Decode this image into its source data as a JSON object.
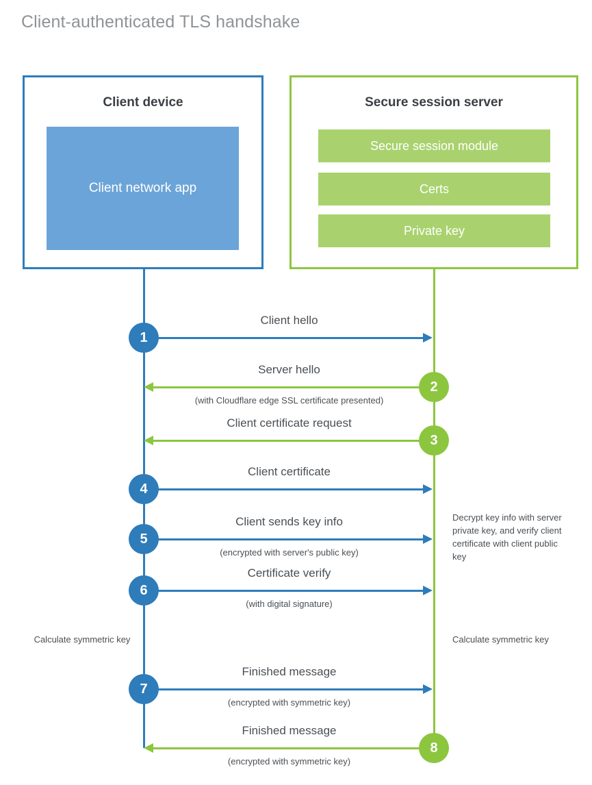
{
  "title": "Client-authenticated TLS handshake",
  "colors": {
    "client_blue": "#2e7cba",
    "client_app_fill": "#6ba4d8",
    "server_green": "#8cc63f",
    "server_bar_fill": "#a9d26e",
    "text_dark": "#3a3f44",
    "text_body": "#4a4f54",
    "title_gray": "#8f9396"
  },
  "client": {
    "title": "Client device",
    "app_label": "Client network app"
  },
  "server": {
    "title": "Secure session server",
    "components": [
      {
        "label": "Secure session module"
      },
      {
        "label": "Certs"
      },
      {
        "label": "Private key"
      }
    ]
  },
  "messages": [
    {
      "step": "1",
      "label": "Client hello",
      "sub": "",
      "direction": "client-to-server",
      "color": "blue",
      "origin": "client"
    },
    {
      "step": "2",
      "label": "Server hello",
      "sub": "(with Cloudflare edge SSL certificate presented)",
      "direction": "server-to-client",
      "color": "green",
      "origin": "server"
    },
    {
      "step": "3",
      "label": "Client certificate request",
      "sub": "",
      "direction": "server-to-client",
      "color": "green",
      "origin": "server"
    },
    {
      "step": "4",
      "label": "Client certificate",
      "sub": "",
      "direction": "client-to-server",
      "color": "blue",
      "origin": "client"
    },
    {
      "step": "5",
      "label": "Client sends key info",
      "sub": "(encrypted with server's public key)",
      "direction": "client-to-server",
      "color": "blue",
      "origin": "client"
    },
    {
      "step": "6",
      "label": "Certificate verify",
      "sub": "(with digital signature)",
      "direction": "client-to-server",
      "color": "blue",
      "origin": "client"
    },
    {
      "step": "7",
      "label": "Finished message",
      "sub": "(encrypted with symmetric key)",
      "direction": "client-to-server",
      "color": "blue",
      "origin": "client"
    },
    {
      "step": "8",
      "label": "Finished message",
      "sub": "(encrypted with symmetric key)",
      "direction": "server-to-client",
      "color": "green",
      "origin": "server"
    }
  ],
  "notes": {
    "server_decrypt": "Decrypt key info with server private key, and verify client certificate with client public key",
    "client_calculate": "Calculate symmetric key",
    "server_calculate": "Calculate symmetric key"
  }
}
